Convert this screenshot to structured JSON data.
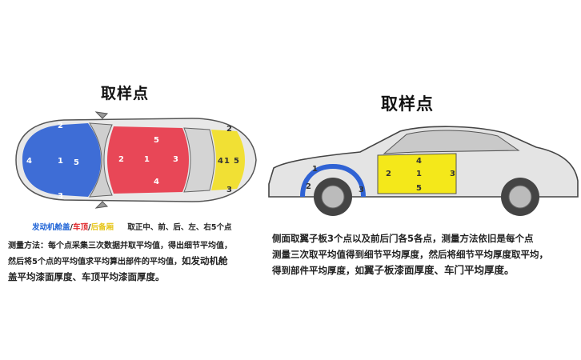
{
  "left": {
    "title": "取样点",
    "legend": {
      "hood": "发动机舱盖",
      "sep1": "/",
      "roof": "车顶",
      "sep2": "/",
      "trunk": "后备厢",
      "sampling": "取正中、前、后、左、右5个点"
    },
    "description": {
      "line1": "测量方法：每个点采集三次数据并取平均值，得出细节平均值，",
      "line2a": "然后将5个点的平均值求平均算出部件的平均值，",
      "line2b": "如发动机舱",
      "line3": "盖平均漆面厚度、车顶平均漆面厚度。"
    },
    "hood_points": [
      "2",
      "1",
      "4",
      "5",
      "3"
    ],
    "roof_points": [
      "5",
      "2",
      "1",
      "3",
      "4"
    ],
    "trunk_points": [
      "2",
      "4",
      "1",
      "5",
      "3"
    ],
    "colors": {
      "hood": "#2f62d4",
      "roof": "#e7384a",
      "trunk": "#f1df2a"
    }
  },
  "right": {
    "title": "取样点",
    "description": {
      "line1": "侧面取翼子板3个点以及前后门各5各点，测量方法依旧是每个点",
      "line2": "测量三次取平均值得到细节平均厚度，然后将细节平均厚度取平均，",
      "line3a": "得到部件平均厚度，如",
      "line3b": "翼子板漆面厚度、车门平均厚度。"
    },
    "fender_points": [
      "1",
      "2",
      "3"
    ],
    "door_points": [
      "4",
      "2",
      "1",
      "3",
      "5"
    ],
    "colors": {
      "fender": "#2f62d4",
      "door": "#f4e81a"
    }
  }
}
